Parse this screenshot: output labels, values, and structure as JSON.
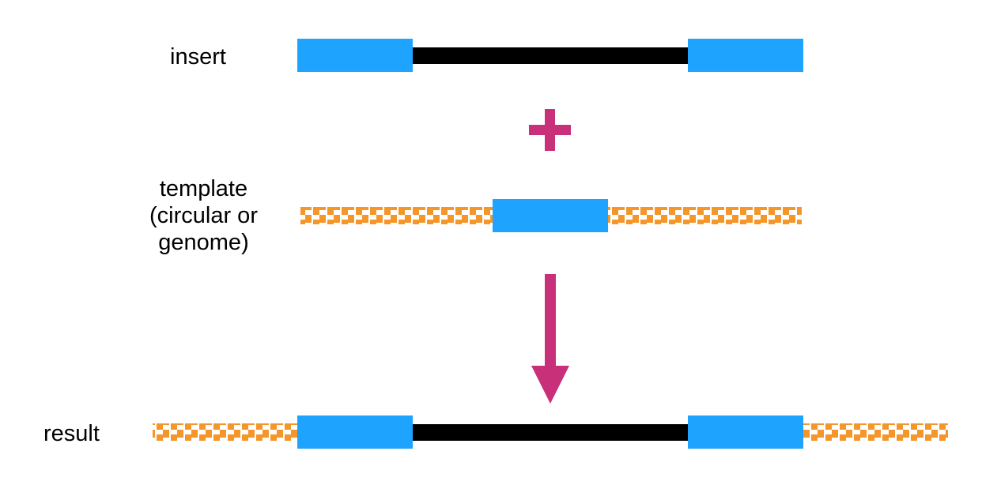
{
  "labels": {
    "insert": "insert",
    "template_line1": "template",
    "template_line2": "(circular or",
    "template_line3": "genome)",
    "result": "result"
  },
  "symbols": {
    "plus": "+"
  },
  "colors": {
    "homology_arm": "#1ea3ff",
    "insert_body": "#000000",
    "template_backbone": "#f5962a",
    "operator": "#c8307a"
  }
}
